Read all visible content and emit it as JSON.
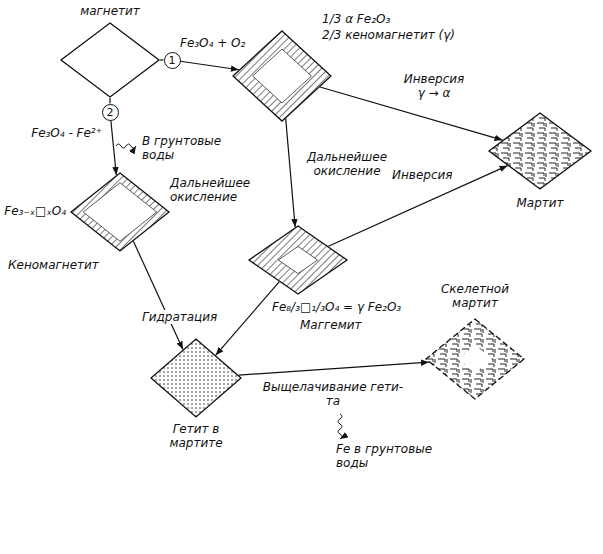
{
  "diagram": {
    "nodes": [
      {
        "text": [
          "магнетит"
        ]
      },
      {
        "text": [
          "1"
        ]
      },
      {
        "text": [
          "2"
        ]
      },
      {
        "text": [
          "1/3 α Fe₂O₃",
          "2/3 кеномагнетит (γ)"
        ]
      },
      {
        "text": [
          "Мартит"
        ]
      },
      {
        "text": [
          "Fe₃₋ₓ□ₓO₄",
          "Кеномагнетит"
        ]
      },
      {
        "text": [
          "Fe₈/₃□₁/₃O₄ = γ Fe₂O₃",
          "Маггемит"
        ]
      },
      {
        "text": [
          "Гетит в мартите"
        ]
      },
      {
        "text": [
          "Скелетной мартит"
        ]
      }
    ],
    "edges": [
      {
        "from": 0,
        "to": 1,
        "arrow": "none"
      },
      {
        "from": 0,
        "to": 2,
        "arrow": "none"
      },
      {
        "from": 1,
        "to": 3,
        "label": "Fe₃O₄ + O₂",
        "arrow": "to"
      },
      {
        "from": 2,
        "to": 5,
        "label": "Fe₃O₄ - Fe²⁺",
        "arrow": "to"
      },
      {
        "from": 3,
        "to": 4,
        "label": "Инверсия γ → α",
        "arrow": "to"
      },
      {
        "from": 3,
        "to": 6,
        "label": "Дальнейшее окисление",
        "arrow": "to"
      },
      {
        "from": 6,
        "to": 4,
        "label": "Инверсия",
        "arrow": "to"
      },
      {
        "from": 5,
        "to": 7,
        "arrow": "to"
      },
      {
        "from": 6,
        "to": 7,
        "arrow": "to"
      },
      {
        "from": 7,
        "to": 8,
        "label": "Выщелачивание гети- та",
        "arrow": "to"
      }
    ],
    "labels": [
      "В грунтовые воды",
      "Дальнейшее окисление",
      "Гидратация",
      "Fe в грунтовые воды"
    ]
  }
}
